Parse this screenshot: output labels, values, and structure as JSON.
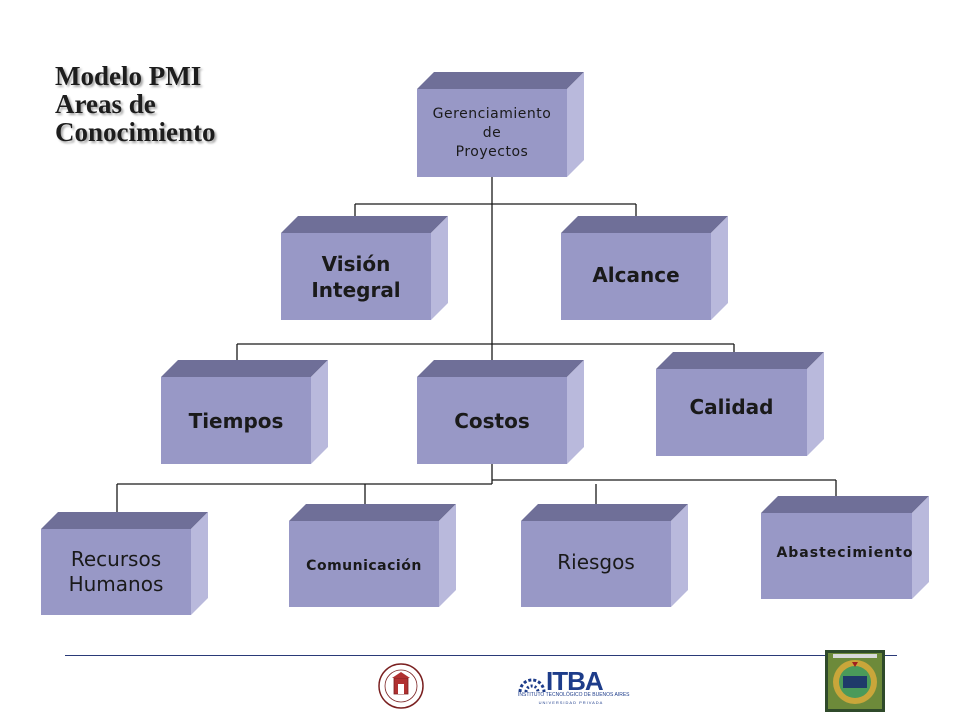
{
  "title": {
    "line1": "Modelo PMI",
    "line2": "Areas de",
    "line3": "Conocimiento"
  },
  "colors": {
    "front": "#9898c6",
    "top": "#6f6f98",
    "side": "#b9b9dc",
    "line": "#1a1a1a",
    "footer_line": "#2a3a78",
    "logo_blue": "#1d3c8a"
  },
  "nodes": {
    "root": {
      "label": "Gerenciamiento\nde\nProyectos"
    },
    "vision": {
      "label": "Visión\nIntegral"
    },
    "alcance": {
      "label": "Alcance"
    },
    "tiempos": {
      "label": "Tiempos"
    },
    "costos": {
      "label": "Costos"
    },
    "calidad": {
      "label": "Calidad"
    },
    "recursos": {
      "label": "Recursos\nHumanos"
    },
    "comunicacion": {
      "label": "Comunicación"
    },
    "riesgos": {
      "label": "Riesgos"
    },
    "abastecimiento": {
      "label": "Abastecimiento"
    }
  },
  "footer": {
    "logo_left": {
      "icon": "university-seal-icon"
    },
    "logo_itba": {
      "text": "ITBA",
      "sub": "INSTITUTO TECNOLÓGICO DE BUENOS AIRES",
      "sub2": "UNIVERSIDAD PRIVADA"
    },
    "logo_right": {
      "icon": "project-management-badge-icon"
    }
  }
}
